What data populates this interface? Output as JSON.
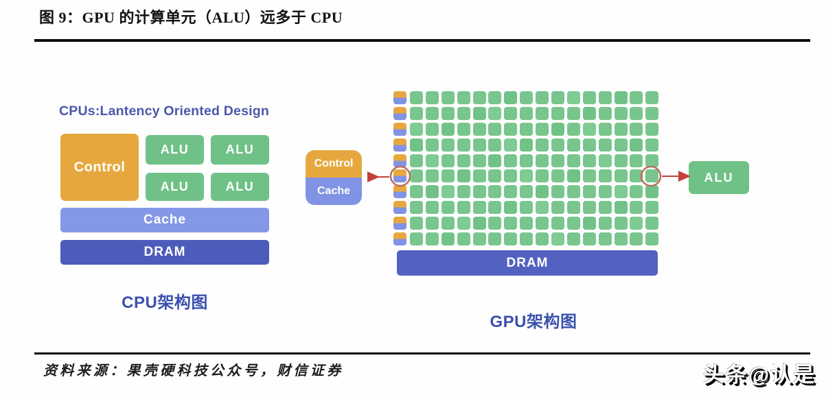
{
  "figure": {
    "title": "图 9：GPU 的计算单元（ALU）远多于 CPU"
  },
  "cpu": {
    "heading": "CPUs:Lantency Oriented Design",
    "control_label": "Control",
    "alu_labels": [
      "ALU",
      "ALU",
      "ALU",
      "ALU"
    ],
    "cache_label": "Cache",
    "dram_label": "DRAM",
    "caption": "CPU架构图"
  },
  "gpu": {
    "callout": {
      "control_label": "Control",
      "cache_label": "Cache"
    },
    "alu_callout_label": "ALU",
    "dram_label": "DRAM",
    "caption": "GPU架构图",
    "grid": {
      "rows": 10,
      "cols": 16,
      "highlighted_row": 6
    }
  },
  "footer": {
    "source": "资料来源：果壳硬科技公众号，财信证券",
    "watermark": "头条@认是"
  },
  "colors": {
    "control_orange": "#e6a83e",
    "alu_green": "#70c187",
    "grid_green": "#78c68d",
    "cache_blue": "#8598e8",
    "cpu_dram_blue": "#4d5cbb",
    "gpu_dram_blue": "#5362c0",
    "heading_blue": "#4a58ab",
    "caption_blue": "#3b51ad",
    "arrow_red": "#c2403a",
    "circle_stroke": "#b96f60"
  }
}
